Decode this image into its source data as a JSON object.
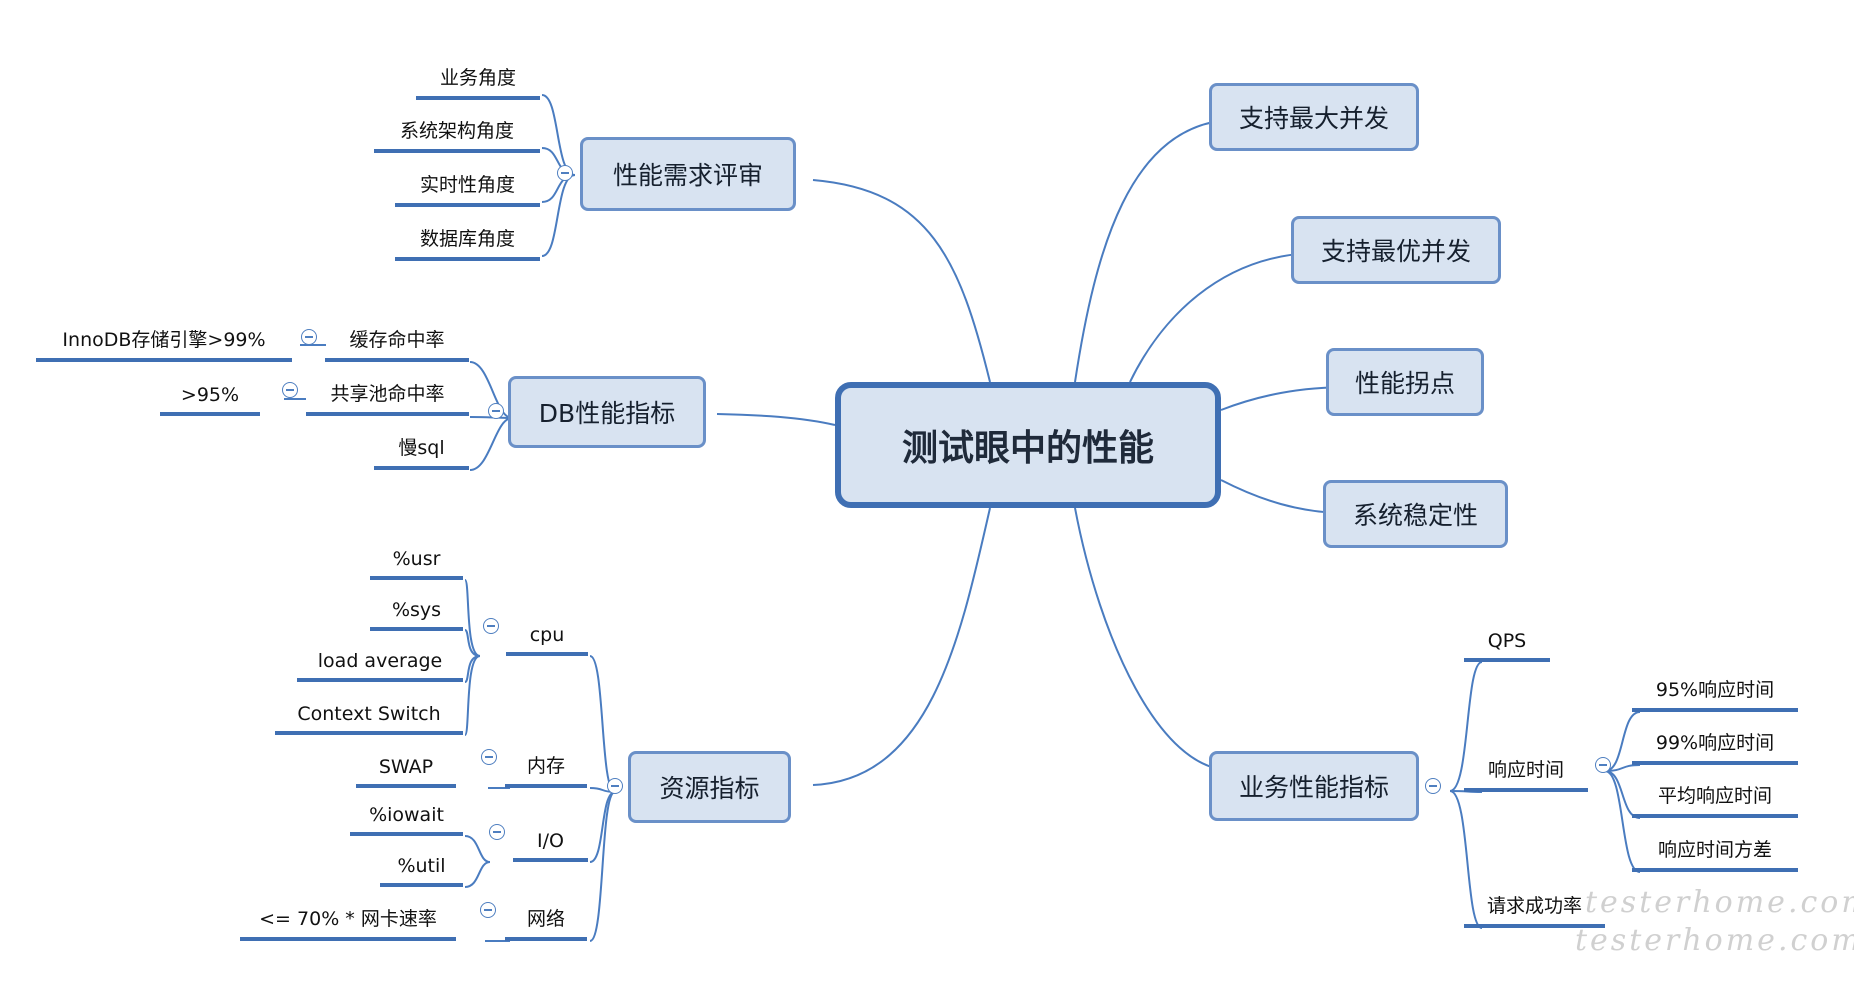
{
  "root": {
    "label": "测试眼中的性能"
  },
  "left": {
    "requirements_review": {
      "label": "性能需求评审",
      "children": [
        "业务角度",
        "系统架构角度",
        "实时性角度",
        "数据库角度"
      ]
    },
    "db_metrics": {
      "label": "DB性能指标",
      "cache_hit": {
        "label": "缓存命中率",
        "child": "InnoDB存储引擎>99%"
      },
      "shared_pool": {
        "label": "共享池命中率",
        "child": ">95%"
      },
      "slow_sql": "慢sql"
    },
    "resource_metrics": {
      "label": "资源指标",
      "cpu": {
        "label": "cpu",
        "children": [
          "%usr",
          "%sys",
          "load average",
          "Context Switch"
        ]
      },
      "memory": {
        "label": "内存",
        "child": "SWAP"
      },
      "io": {
        "label": "I/O",
        "children": [
          "%iowait",
          "%util"
        ]
      },
      "network": {
        "label": "网络",
        "child": "<= 70% * 网卡速率"
      }
    }
  },
  "right": {
    "max_concurrency": "支持最大并发",
    "optimal_concurrency": "支持最优并发",
    "inflection_point": "性能拐点",
    "stability": "系统稳定性",
    "business_metrics": {
      "label": "业务性能指标",
      "qps": "QPS",
      "response_time": {
        "label": "响应时间",
        "children": [
          "95%响应时间",
          "99%响应时间",
          "平均响应时间",
          "响应时间方差"
        ]
      },
      "success_rate": "请求成功率"
    }
  },
  "watermark": [
    "testerhome.com",
    "testerhome.com"
  ],
  "colors": {
    "branch": "#3f6fb3",
    "topic_fill": "#d8e3f1",
    "topic_border": "#6a90c8"
  }
}
